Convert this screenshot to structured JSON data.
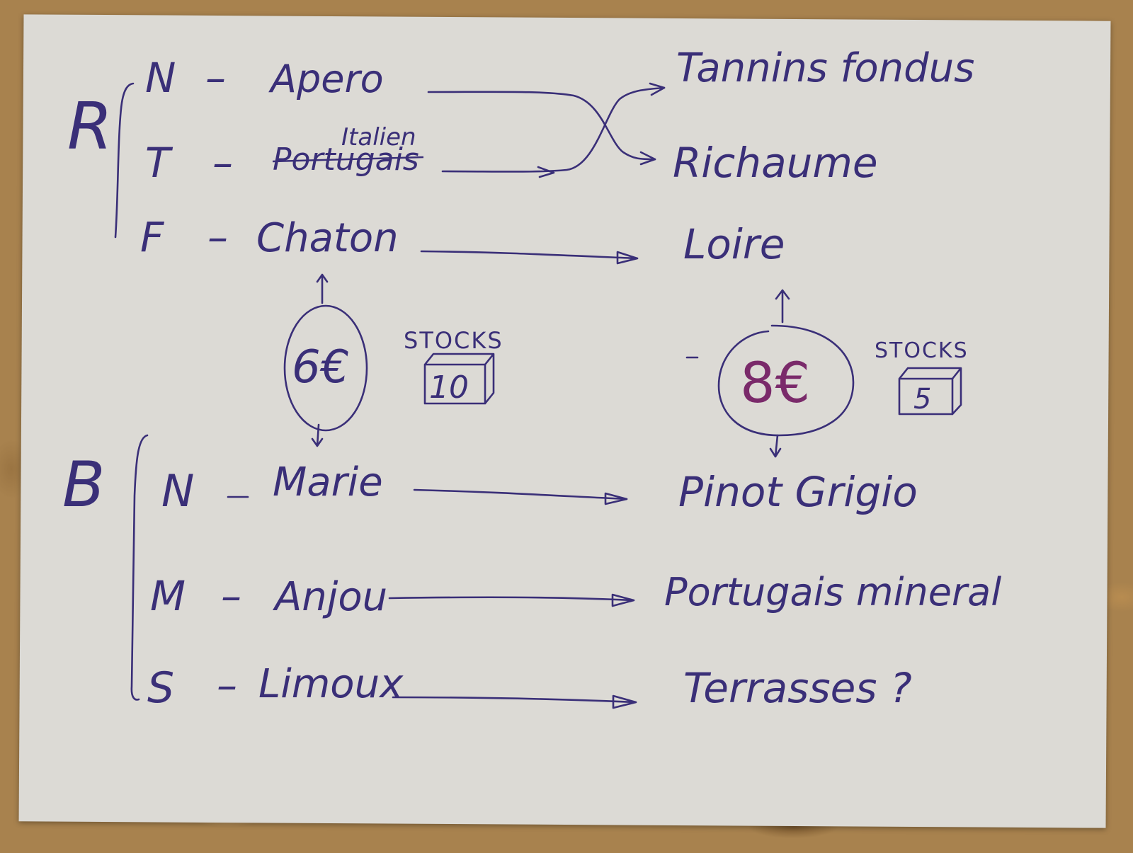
{
  "red": {
    "group_letter": "R",
    "rows": [
      {
        "code": "N",
        "left": "Apero",
        "right": "Tannins fondus"
      },
      {
        "code": "T",
        "left_crossed": "Portugais",
        "left_insert": "Italien",
        "right": "Richaume"
      },
      {
        "code": "F",
        "left": "Chaton",
        "right": "Loire"
      }
    ]
  },
  "prices": {
    "left": {
      "price": "6€",
      "stock_label": "STOCKS",
      "stock_value": "10"
    },
    "right": {
      "price": "8€",
      "stock_label": "STOCKS",
      "stock_value": "5"
    }
  },
  "white": {
    "group_letter": "B",
    "rows": [
      {
        "code": "N",
        "left": "Marie",
        "right": "Pinot Grigio"
      },
      {
        "code": "M",
        "left": "Anjou",
        "right": "Portugais mineral"
      },
      {
        "code": "S",
        "left": "Limoux",
        "right": "Terrasses ?"
      }
    ]
  },
  "colors": {
    "ink": "#3a2f78",
    "paper": "#dcdad5",
    "price_accent": "#7a2a6a"
  }
}
